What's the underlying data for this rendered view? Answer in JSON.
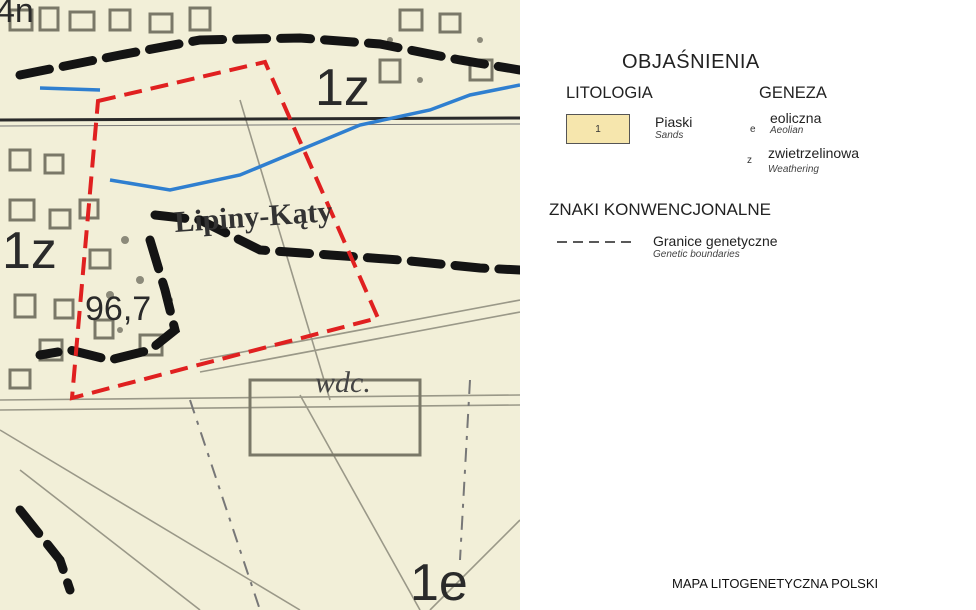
{
  "map": {
    "labels": {
      "unit_top": "1z",
      "unit_left": "1z",
      "unit_bottom": "1e",
      "place": "Lipiny-Kąty",
      "field": "wdc.",
      "number": "96,7",
      "top_fragment": "4n"
    },
    "colors": {
      "background": "#f2efd8",
      "study_area": "#e02020",
      "stream": "#2f7fd0",
      "boundary": "#141414"
    }
  },
  "legend": {
    "title": "OBJAŚNIENIA",
    "litologia": {
      "title": "LITOLOGIA",
      "items": [
        {
          "symbol": "1",
          "name_pl": "Piaski",
          "name_en": "Sands",
          "color": "#f6e6ad"
        }
      ]
    },
    "geneza": {
      "title": "GENEZA",
      "items": [
        {
          "symbol": "e",
          "name_pl": "eoliczna",
          "name_en": "Aeolian"
        },
        {
          "symbol": "z",
          "name_pl": "zwietrzelinowa",
          "name_en": "Weathering"
        }
      ]
    },
    "znaki": {
      "title": "ZNAKI KONWENCJONALNE",
      "items": [
        {
          "symbol": "dashed-line-icon",
          "name_pl": "Granice genetyczne",
          "name_en": "Genetic boundaries"
        }
      ]
    }
  },
  "footer": {
    "text": "MAPA LITOGENETYCZNA POLSKI"
  }
}
